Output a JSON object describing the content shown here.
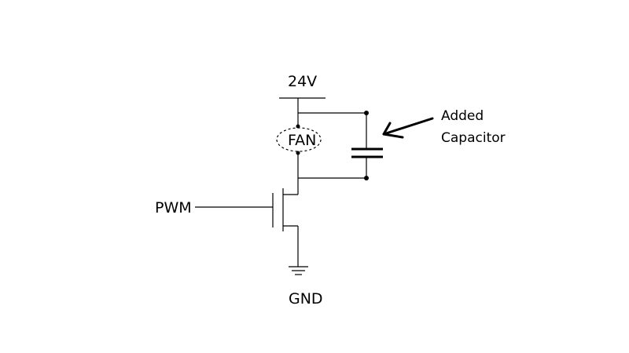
{
  "labels": {
    "supply": "24V",
    "fan": "FAN",
    "pwm": "PWM",
    "gnd": "GND",
    "note_line1": "Added",
    "note_line2": "Capacitor"
  },
  "colors": {
    "background": "#ffffff",
    "ink": "#000000"
  }
}
